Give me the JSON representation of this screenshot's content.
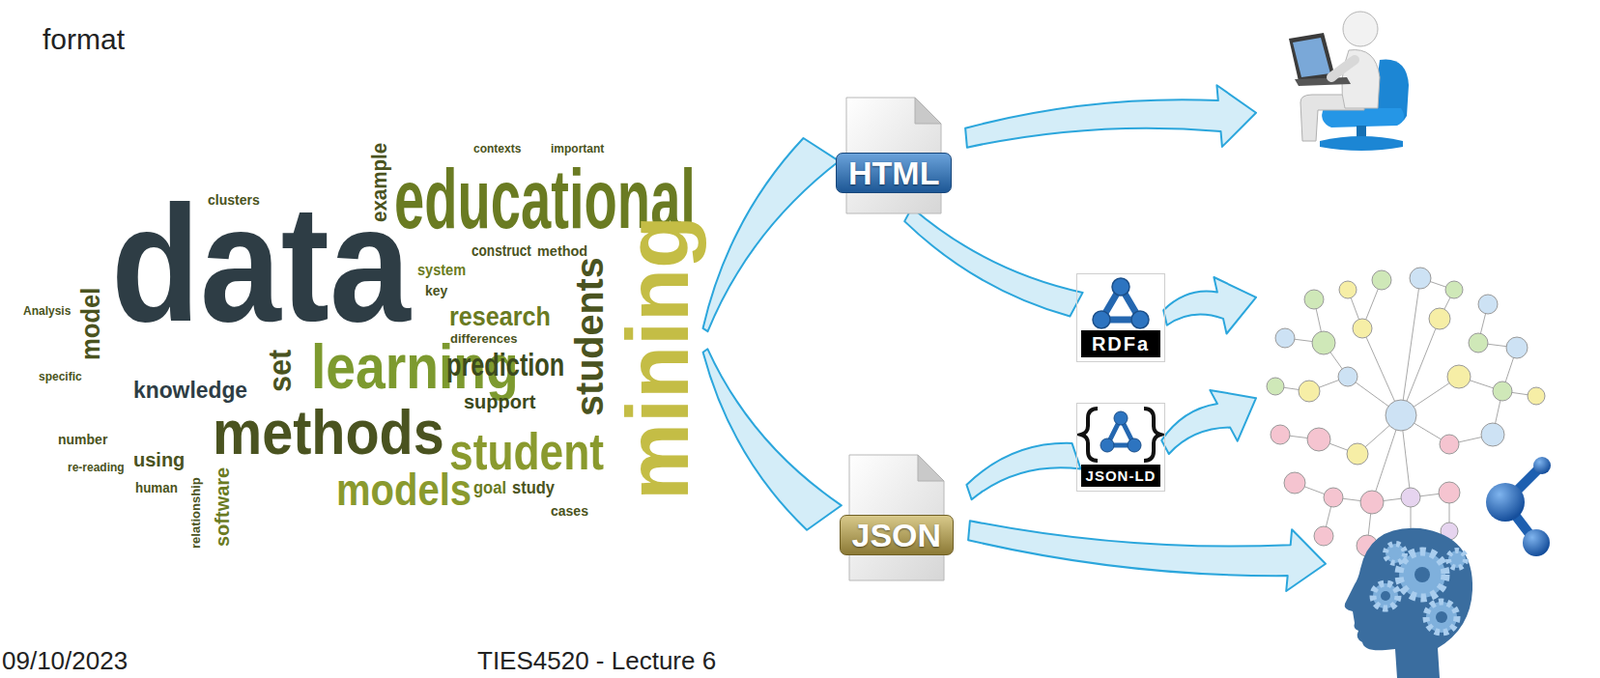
{
  "diagram": {
    "nodes": [
      {
        "text": [
          "data",
          "educational",
          "mining",
          "students",
          "learning",
          "methods",
          "student",
          "models",
          "prediction",
          "research",
          "differences",
          "knowledge",
          "model",
          "set",
          "support",
          "software",
          "using",
          "relationship",
          "example",
          "clusters",
          "construct",
          "method",
          "system",
          "key",
          "goal",
          "study",
          "cases",
          "contexts",
          "important",
          "Analysis",
          "specific",
          "number",
          "human",
          "re-reading"
        ]
      },
      {
        "text": [
          "HTML"
        ]
      },
      {
        "text": [
          "RDFa"
        ]
      },
      {
        "text": [
          "JSON-LD"
        ]
      },
      {
        "text": [
          "JSON"
        ]
      },
      {
        "text": []
      },
      {
        "text": []
      },
      {
        "text": []
      }
    ],
    "edges": [
      {
        "from": 0,
        "to": 1,
        "arrow": "none"
      },
      {
        "from": 0,
        "to": 4,
        "arrow": "none"
      },
      {
        "from": 1,
        "to": 5,
        "arrow": "to"
      },
      {
        "from": 1,
        "to": 2,
        "arrow": "none"
      },
      {
        "from": 2,
        "to": 6,
        "arrow": "to"
      },
      {
        "from": 4,
        "to": 3,
        "arrow": "none"
      },
      {
        "from": 3,
        "to": 6,
        "arrow": "to"
      },
      {
        "from": 4,
        "to": 7,
        "arrow": "to"
      }
    ],
    "labels": [
      "format",
      "09/10/2023",
      "TIES4520 - Lecture 6"
    ]
  }
}
